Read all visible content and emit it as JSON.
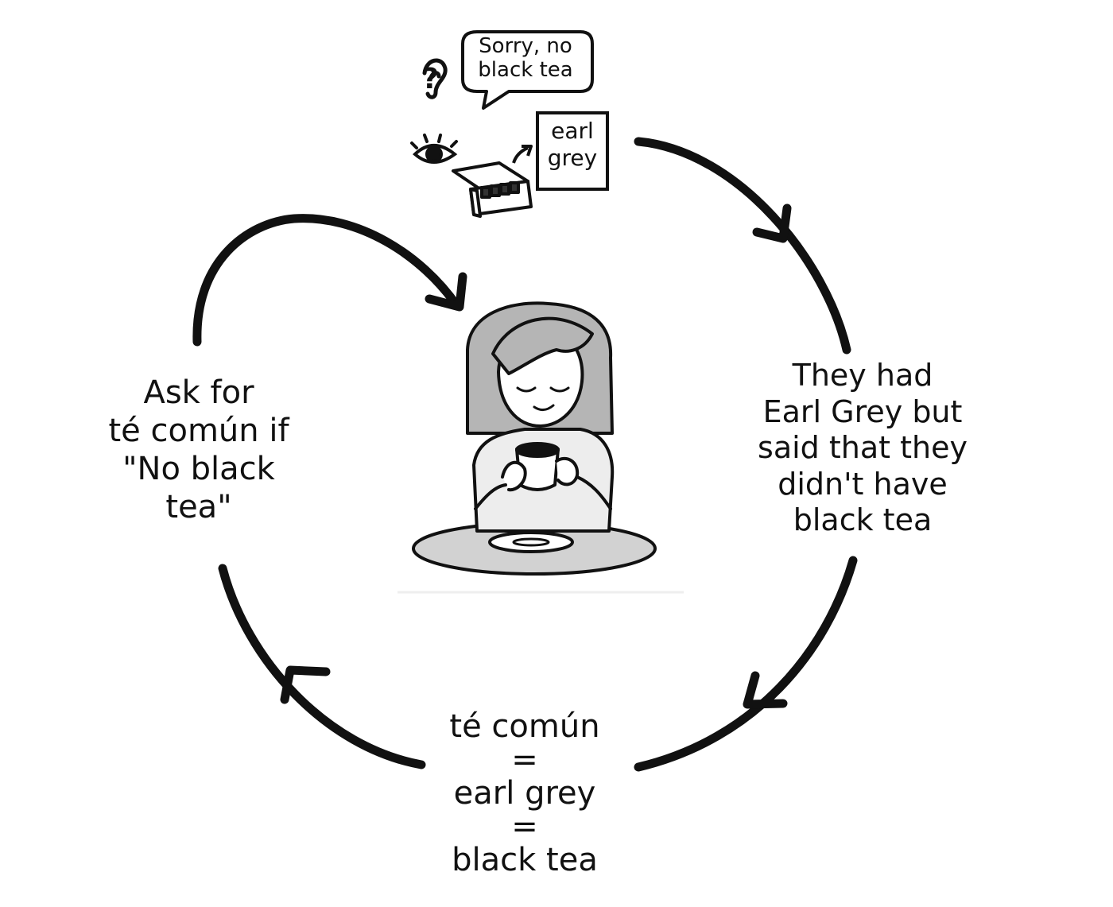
{
  "speech_bubble": {
    "line1": "Sorry, no",
    "line2": "black tea"
  },
  "tea_box_label": {
    "line1": "earl",
    "line2": "grey"
  },
  "left_label": {
    "line1": "Ask for",
    "line2": "té común if",
    "line3": "\"No black",
    "line4": "tea\""
  },
  "right_label": {
    "line1": "They had",
    "line2": "Earl Grey but",
    "line3": "said that they",
    "line4": "didn't have",
    "line5": "black tea"
  },
  "bottom_label": {
    "line1": "té común",
    "eq1": "=",
    "line2": "earl grey",
    "eq2": "=",
    "line3": "black tea"
  },
  "ear_glyph": "?",
  "icons": [
    "ear-icon",
    "eye-icon",
    "tea-box-icon",
    "person-drinking-tea-icon"
  ],
  "colors": {
    "ink": "#111111",
    "gray_fill": "#b5b5b5",
    "light_gray": "#e6e6e6"
  }
}
